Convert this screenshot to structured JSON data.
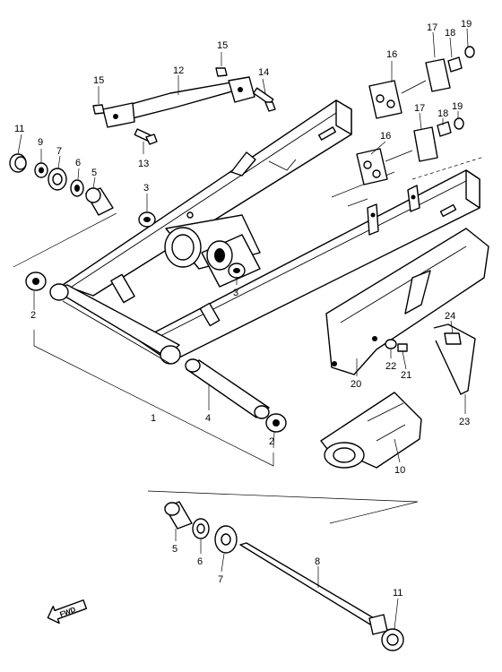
{
  "callouts": [
    {
      "id": "c15a",
      "text": "15"
    },
    {
      "id": "c12",
      "text": "12"
    },
    {
      "id": "c14",
      "text": "14"
    },
    {
      "id": "c15b",
      "text": "15"
    },
    {
      "id": "c13",
      "text": "13"
    },
    {
      "id": "c11a",
      "text": "11"
    },
    {
      "id": "c9",
      "text": "9"
    },
    {
      "id": "c7a",
      "text": "7"
    },
    {
      "id": "c6a",
      "text": "6"
    },
    {
      "id": "c5a",
      "text": "5"
    },
    {
      "id": "c3a",
      "text": "3"
    },
    {
      "id": "c3b",
      "text": "3"
    },
    {
      "id": "c2a",
      "text": "2"
    },
    {
      "id": "c1",
      "text": "1"
    },
    {
      "id": "c4",
      "text": "4"
    },
    {
      "id": "c2b",
      "text": "2"
    },
    {
      "id": "c16a",
      "text": "16"
    },
    {
      "id": "c17a",
      "text": "17"
    },
    {
      "id": "c18a",
      "text": "18"
    },
    {
      "id": "c19a",
      "text": "19"
    },
    {
      "id": "c16b",
      "text": "16"
    },
    {
      "id": "c17b",
      "text": "17"
    },
    {
      "id": "c18b",
      "text": "18"
    },
    {
      "id": "c19b",
      "text": "19"
    },
    {
      "id": "c24",
      "text": "24"
    },
    {
      "id": "c22",
      "text": "22"
    },
    {
      "id": "c21",
      "text": "21"
    },
    {
      "id": "c20",
      "text": "20"
    },
    {
      "id": "c23",
      "text": "23"
    },
    {
      "id": "c10",
      "text": "10"
    },
    {
      "id": "c5b",
      "text": "5"
    },
    {
      "id": "c6b",
      "text": "6"
    },
    {
      "id": "c7b",
      "text": "7"
    },
    {
      "id": "c8",
      "text": "8"
    },
    {
      "id": "c11b",
      "text": "11"
    }
  ],
  "direction_marker": {
    "text": "FWD",
    "icon": "forward-arrow-icon"
  }
}
